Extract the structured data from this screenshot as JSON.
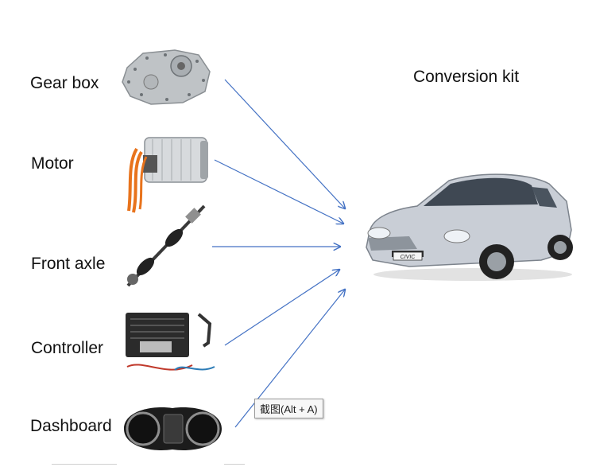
{
  "title": "Conversion kit",
  "components": [
    {
      "label": "Gear box"
    },
    {
      "label": "Motor"
    },
    {
      "label": "Front axle"
    },
    {
      "label": "Controller"
    },
    {
      "label": "Dashboard"
    }
  ],
  "tooltip": "截图(Alt + A)",
  "car_badge": "CIVIC",
  "colors": {
    "arrow": "#4472c4",
    "car_body": "#c9ced6"
  }
}
